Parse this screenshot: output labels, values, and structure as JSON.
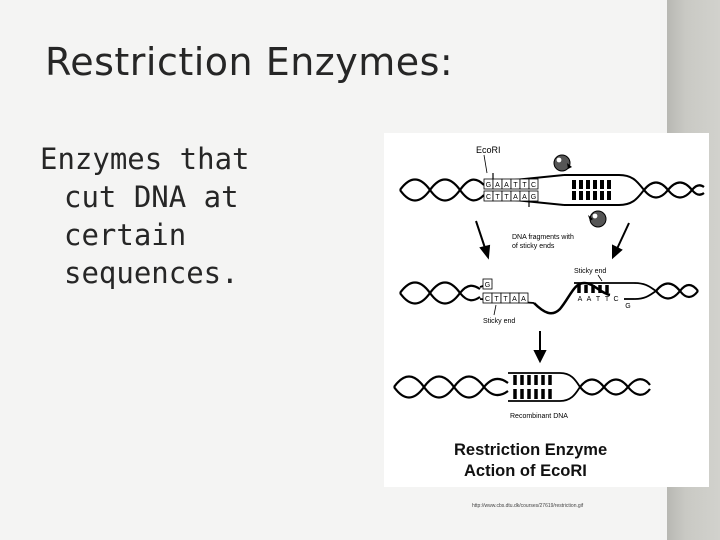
{
  "slide": {
    "title": "Restriction Enzymes:",
    "body_lines": [
      "Enzymes that",
      "cut DNA at",
      "certain",
      "sequences."
    ]
  },
  "figure": {
    "enzyme_label": "EcoRI",
    "fragments_label_line1": "DNA fragments with",
    "fragments_label_line2": "of sticky ends",
    "sticky_end_right": "Sticky end",
    "sticky_end_left": "Sticky end",
    "recombinant_label": "Recombinant DNA",
    "top_strand_bases": [
      "G",
      "A",
      "A",
      "T",
      "T",
      "C"
    ],
    "bottom_strand_bases": [
      "C",
      "T",
      "T",
      "A",
      "A",
      "G"
    ],
    "left_fragment_top": [
      "G"
    ],
    "left_fragment_bottom": [
      "C",
      "T",
      "T",
      "A",
      "A"
    ],
    "right_fragment_top": [
      "A",
      "A",
      "T",
      "T",
      "C"
    ],
    "right_fragment_bottom": [
      "G"
    ],
    "caption_line1": "Restriction Enzyme",
    "caption_line2": "Action of EcoRI",
    "source_url": "http://www.cbs.dtu.dk/courses/27619/restriction.gif"
  },
  "colors": {
    "background": "#f4f4f3",
    "side_bar": "#c4c4bf",
    "text": "#262626",
    "figure_ink": "#000000"
  }
}
